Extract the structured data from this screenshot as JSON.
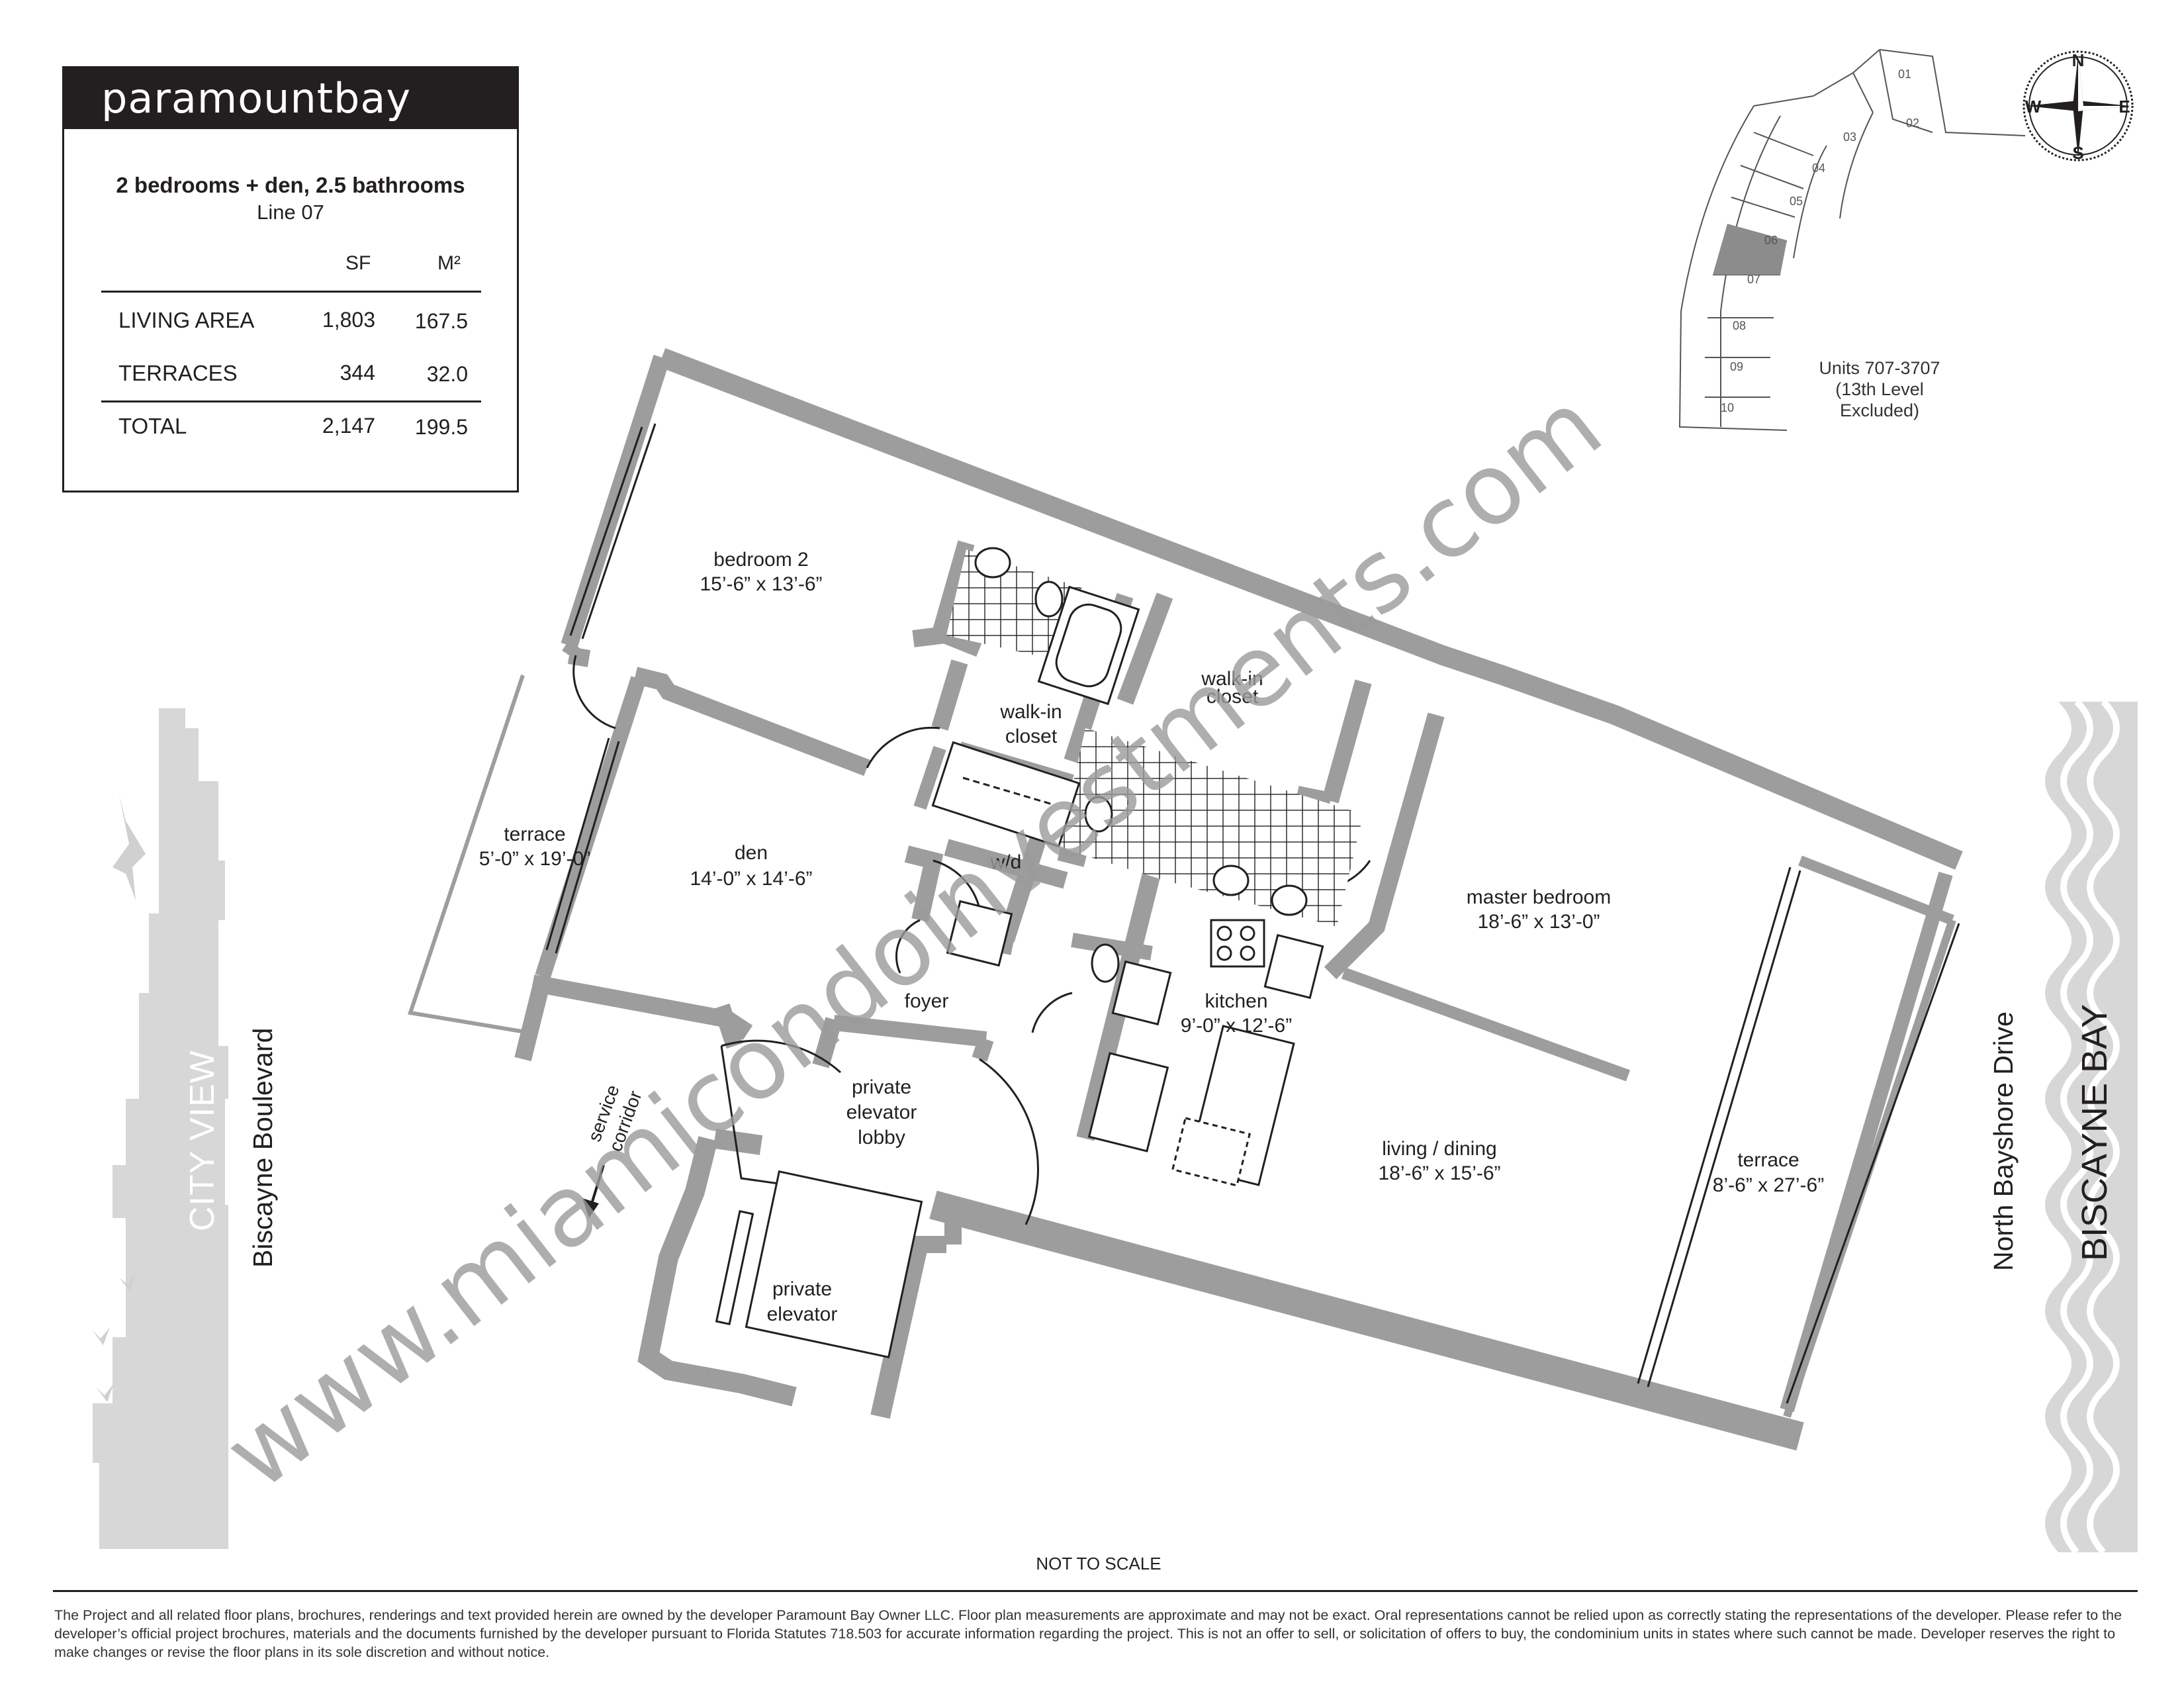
{
  "brand": "paramountbay",
  "unit": {
    "title": "2 bedrooms + den, 2.5 bathrooms",
    "line": "Line 07"
  },
  "area_table": {
    "col_sf": "SF",
    "col_m2": "M²",
    "rows": [
      {
        "label": "LIVING AREA",
        "sf": "1,803",
        "m2": "167.5"
      },
      {
        "label": "TERRACES",
        "sf": "344",
        "m2": "32.0"
      },
      {
        "label": "TOTAL",
        "sf": "2,147",
        "m2": "199.5"
      }
    ]
  },
  "rooms": {
    "bedroom2": {
      "name": "bedroom  2",
      "dims": "15’-6” x 13’-6”"
    },
    "walkin1": {
      "name": "walk-in",
      "name2": "closet"
    },
    "walkin2": {
      "name": "walk-in",
      "name2": "closet"
    },
    "terrace_west": {
      "name": "terrace",
      "dims": "5’-0” x 19’-0”"
    },
    "den": {
      "name": "den",
      "dims": "14’-0” x 14’-6”"
    },
    "wd": {
      "name": "w/d"
    },
    "master": {
      "name": "master bedroom",
      "dims": "18’-6” x 13’-0”"
    },
    "foyer": {
      "name": "foyer"
    },
    "kitchen": {
      "name": "kitchen",
      "dims": "9’-0” x 12’-6”"
    },
    "elevator_lobby": {
      "name": "private",
      "name2": "elevator",
      "name3": "lobby"
    },
    "living": {
      "name": "living / dining",
      "dims": "18’-6” x 15’-6”"
    },
    "terrace_east": {
      "name": "terrace",
      "dims": "8’-6” x 27’-6”"
    },
    "elevator": {
      "name": "private",
      "name2": "elevator"
    },
    "service": {
      "name": "service",
      "name2": "corridor"
    }
  },
  "key_plan": {
    "units": [
      "01",
      "02",
      "03",
      "04",
      "05",
      "06",
      "07",
      "08",
      "09",
      "10"
    ],
    "highlight": "07",
    "caption1": "Units 707-3707",
    "caption2": "(13th Level",
    "caption3": "Excluded)"
  },
  "compass": {
    "n": "N",
    "s": "S",
    "e": "E",
    "w": "W"
  },
  "sides": {
    "city_view": "CITY VIEW",
    "west_street": "Biscayne Boulevard",
    "east_street": "North Bayshore Drive",
    "bay": "BISCAYNE BAY"
  },
  "watermark": "www.miamicondoinvestments.com",
  "not_to_scale": "NOT TO SCALE",
  "disclaimer": "The Project and all related floor plans, brochures, renderings and text provided herein are owned by the developer Paramount Bay Owner LLC.  Floor plan measurements are approximate and may not be exact. Oral representations cannot be relied upon as correctly stating the representations of the developer.  Please refer to the developer’s official project brochures, materials and the documents furnished by the developer pursuant to Florida Statutes 718.503 for accurate information regarding the project.  This is not an offer to sell, or solicitation of offers to buy, the condominium units in states where such cannot be made.  Developer reserves the right to make changes or revise the floor plans in its sole discretion and without notice.",
  "colors": {
    "wall": "#9d9d9d",
    "dark": "#231f20",
    "skyline": "#d7d7d7",
    "highlight_unit": "#8c8c8c"
  }
}
